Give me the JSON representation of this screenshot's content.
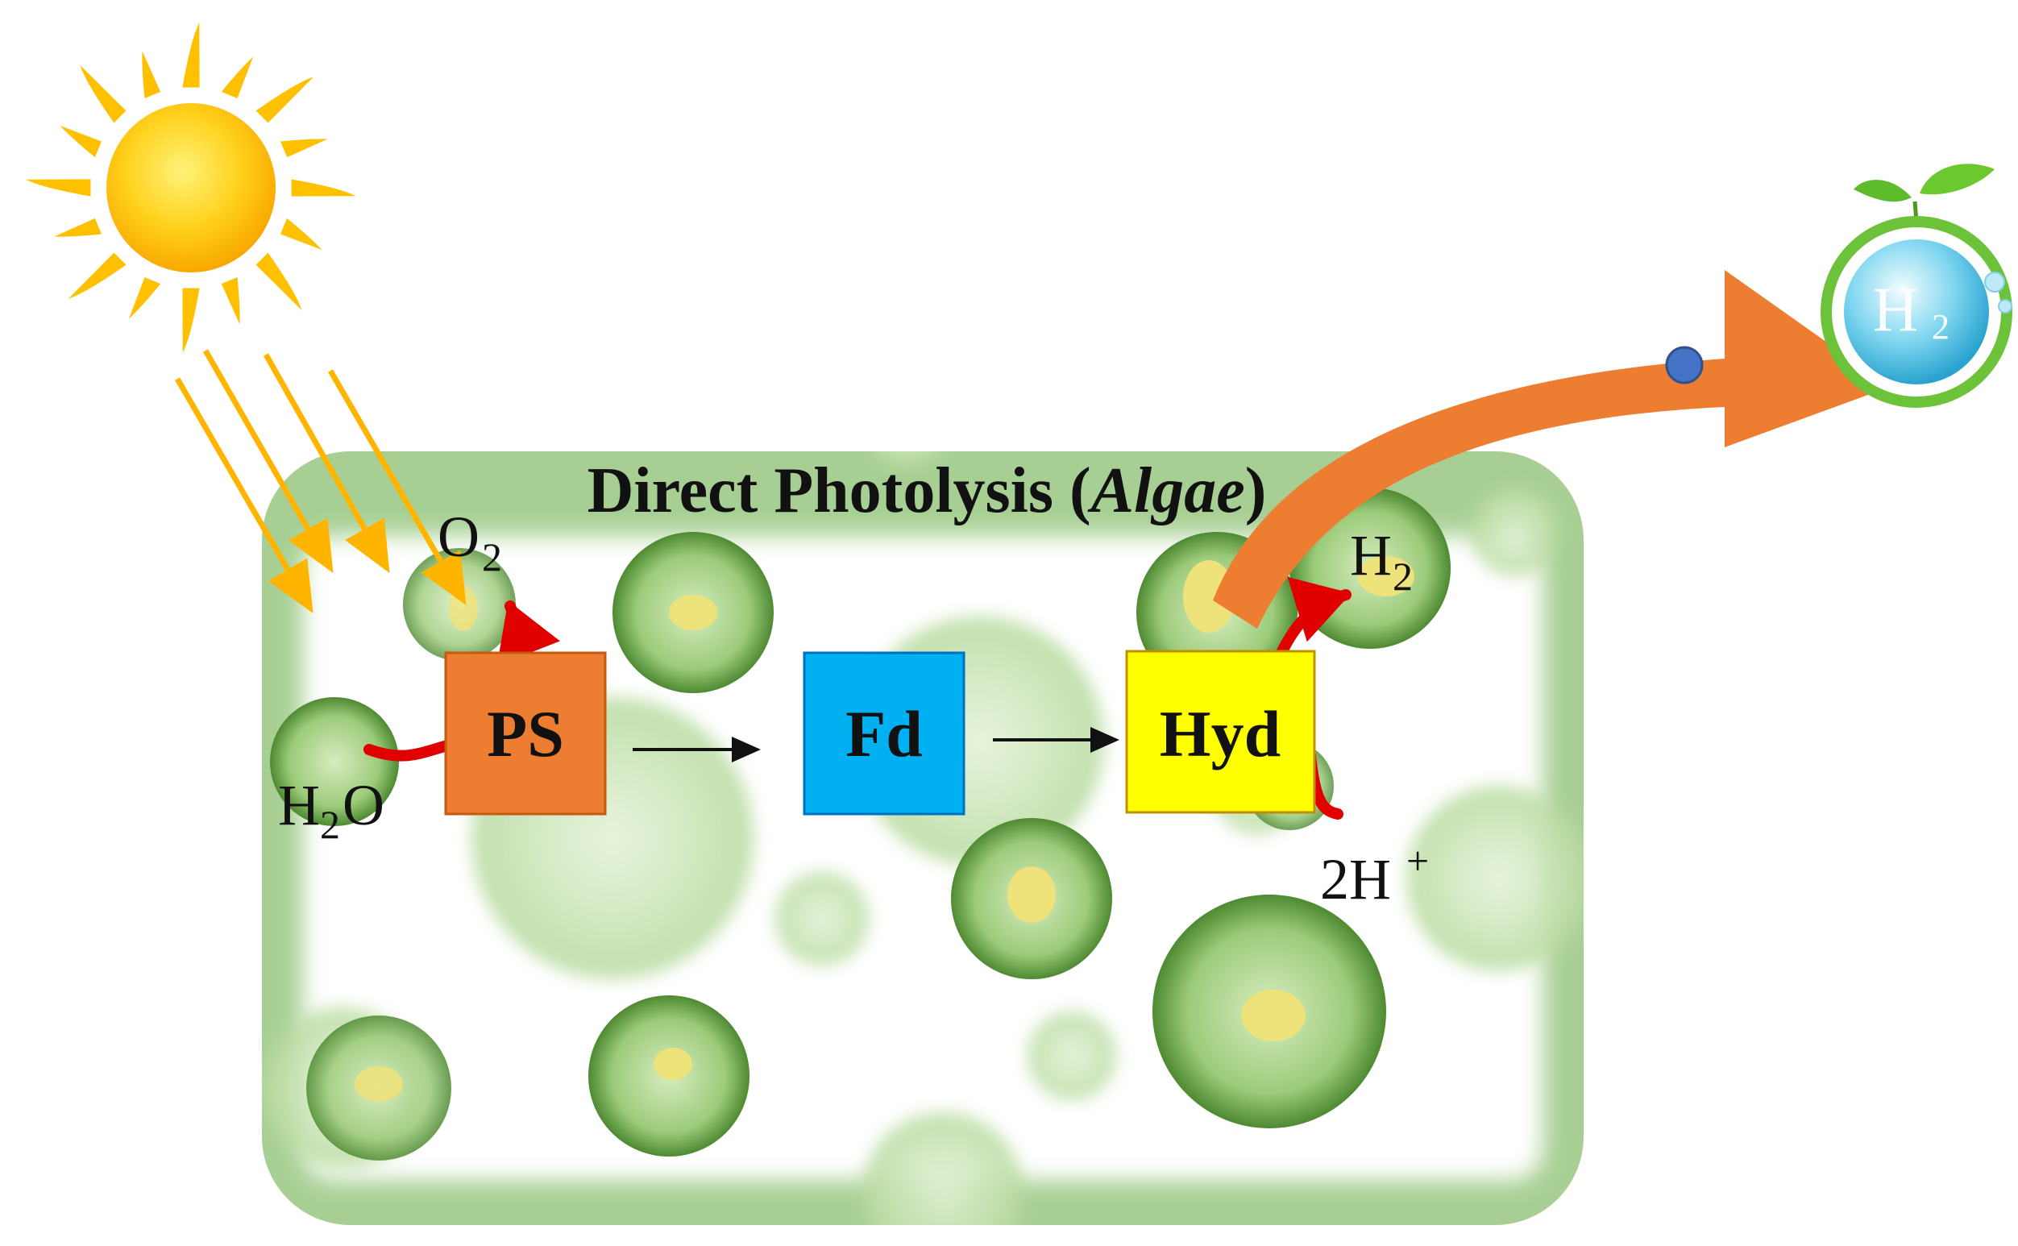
{
  "diagram": {
    "title_prefix": "Direct Photolysis (",
    "title_italic": "Algae",
    "title_suffix": ")",
    "boxes": {
      "ps": {
        "label": "PS",
        "color": "#ED7D31"
      },
      "fd": {
        "label": "Fd",
        "color": "#00B0F0"
      },
      "hyd": {
        "label": "Hyd",
        "color": "#FFFF00"
      }
    },
    "species": {
      "water": {
        "main": "H",
        "sub": "2",
        "tail": "O"
      },
      "oxygen": {
        "main": "O",
        "sub": "2"
      },
      "hydrogen": {
        "main": "H",
        "sub": "2"
      },
      "protons": {
        "main": "2H",
        "sup": "+"
      }
    },
    "badge": {
      "main": "H",
      "sub": "2"
    },
    "colors": {
      "sun": "#FFC000",
      "rays": "#FFC000",
      "big_arrow": "#ED7D31",
      "reaction_arrow": "#E00000",
      "container": "#9CC88A",
      "dot": "#4472C4"
    }
  }
}
